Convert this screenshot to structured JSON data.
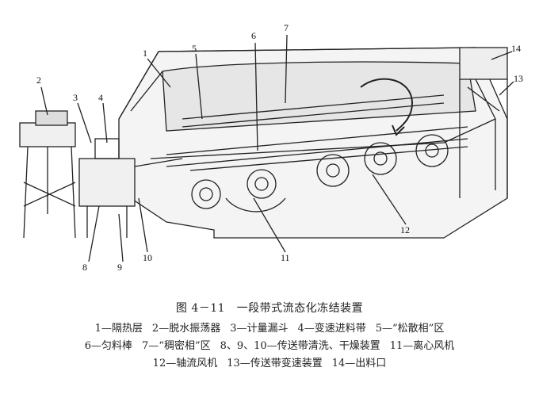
{
  "figure": {
    "labels": [
      "1",
      "2",
      "3",
      "4",
      "5",
      "6",
      "7",
      "8",
      "9",
      "10",
      "11",
      "12",
      "13",
      "14"
    ]
  },
  "caption": {
    "title": "图 4－11　一段带式流态化冻结装置",
    "legend_lines": [
      [
        "1—隔热层",
        "2—脱水振荡器",
        "3—计量漏斗",
        "4—变速进料带",
        "5—“松散相”区"
      ],
      [
        "6—匀料棒",
        "7—“稠密相”区",
        "8、9、10—传送带清洗、干燥装置",
        "11—离心风机"
      ],
      [
        "12—轴流风机",
        "13—传送带变速装置",
        "14—出料口"
      ]
    ]
  }
}
